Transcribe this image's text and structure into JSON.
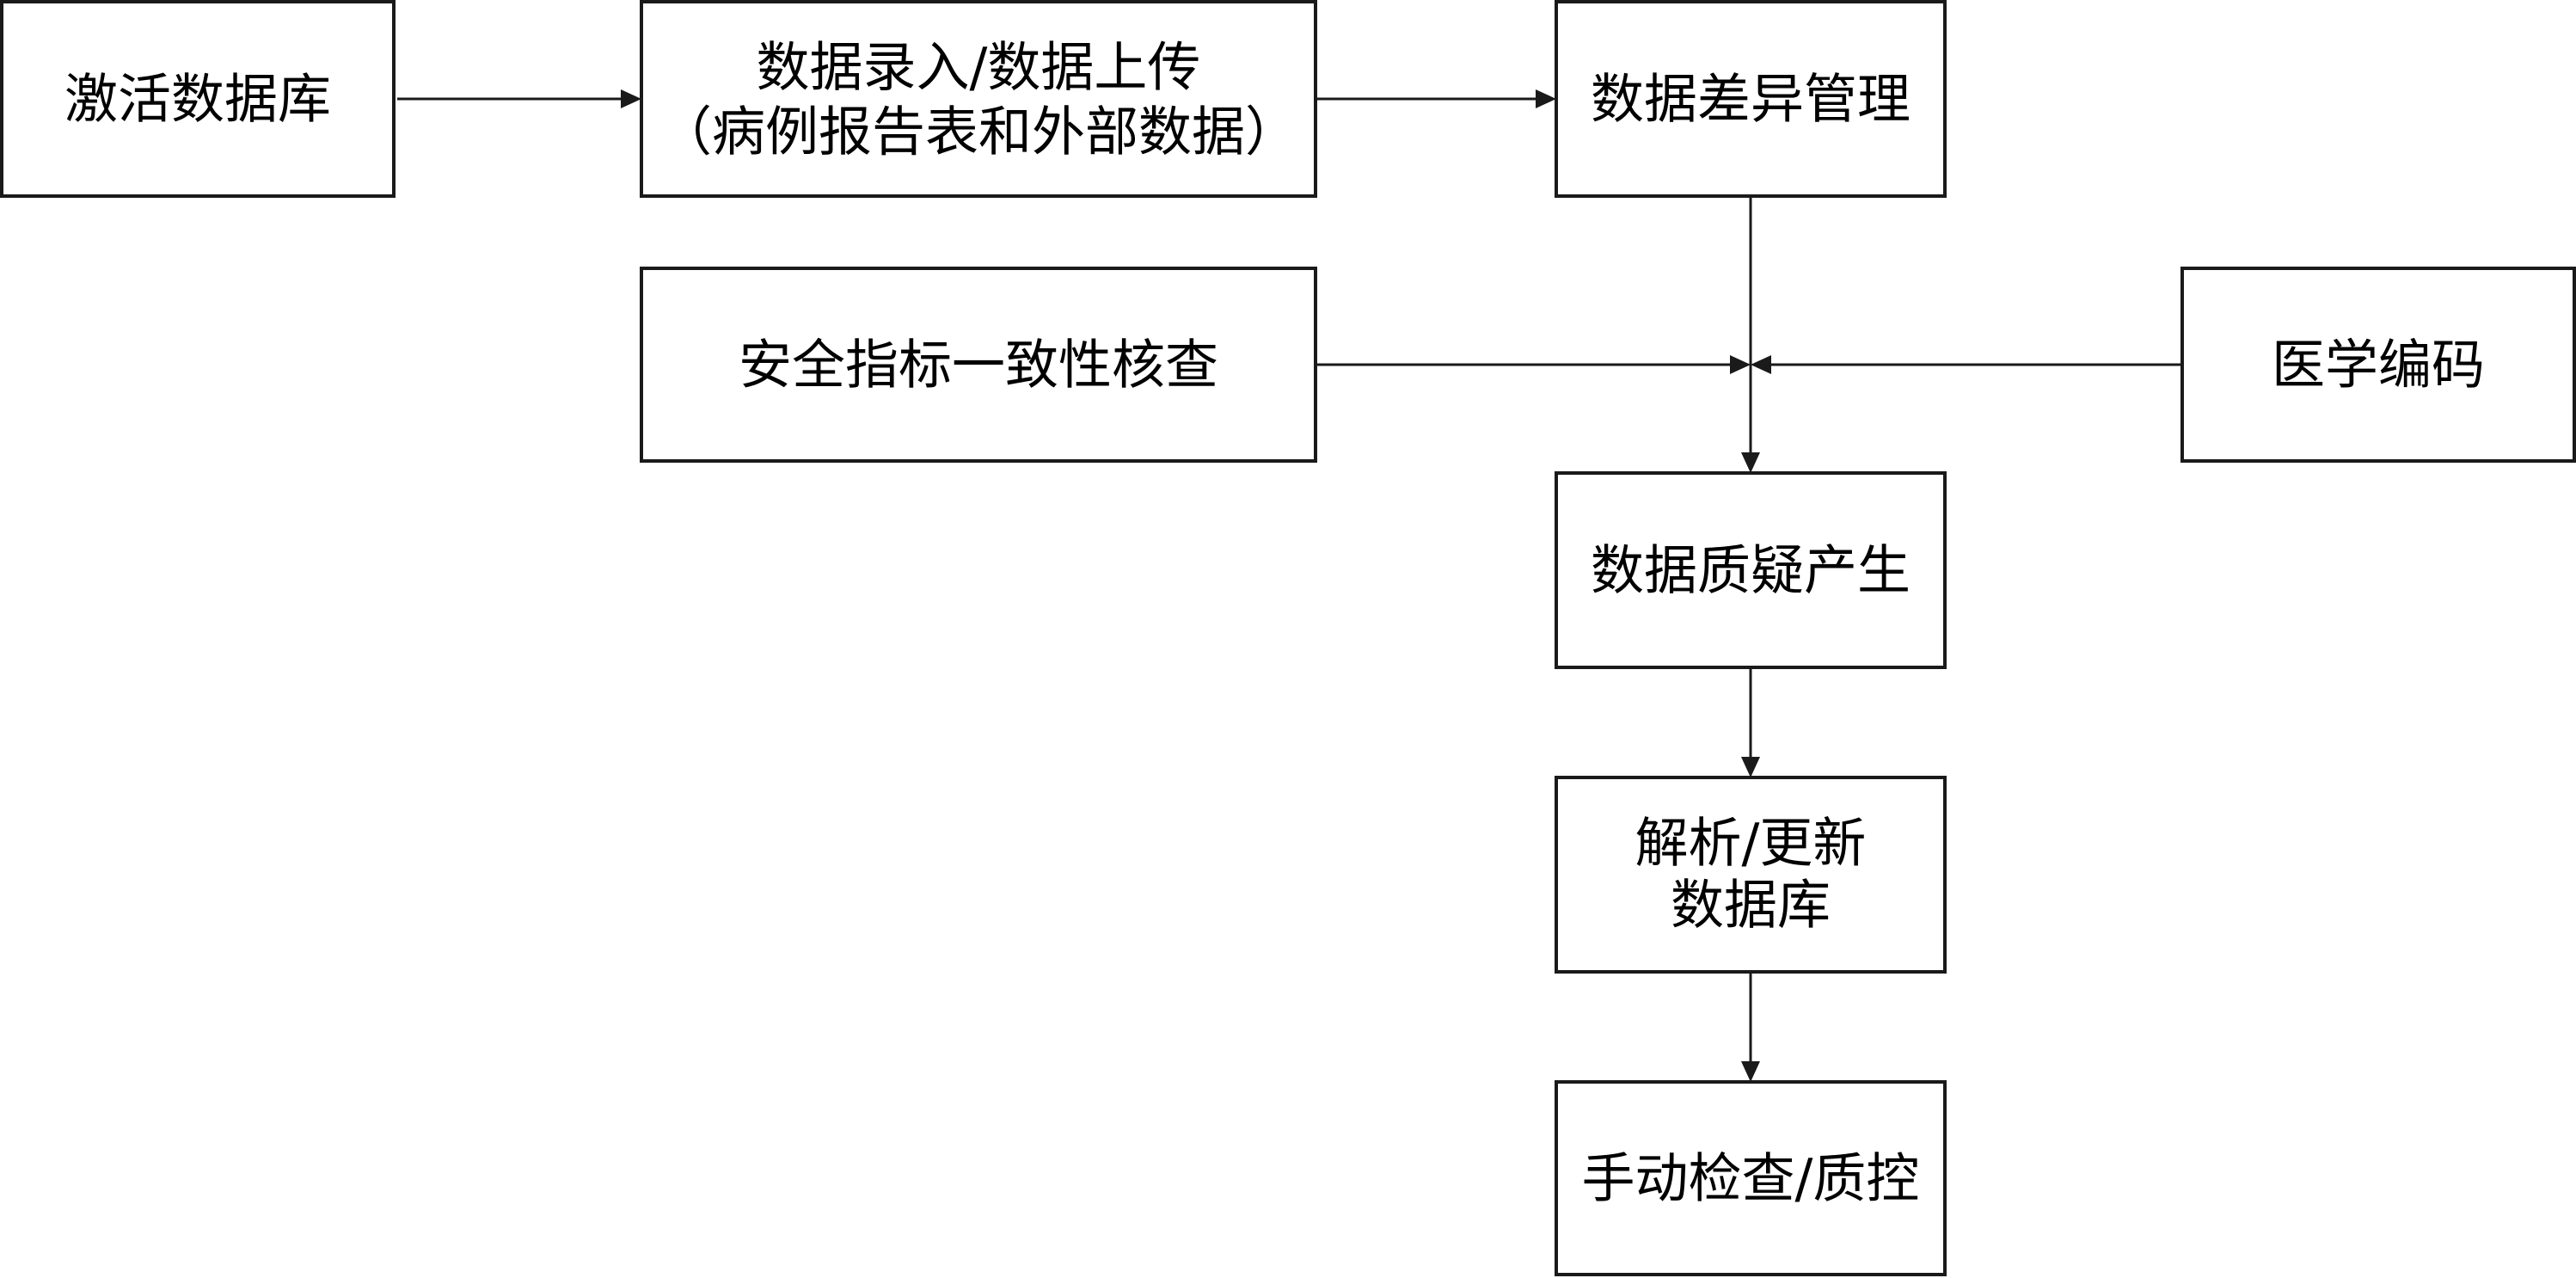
{
  "nodes": {
    "activate_db": {
      "lines": [
        "激活数据库"
      ]
    },
    "data_entry": {
      "lines": [
        "数据录入/数据上传",
        "（病例报告表和外部数据）"
      ]
    },
    "discrepancy_mgmt": {
      "lines": [
        "数据差异管理"
      ]
    },
    "safety_check": {
      "lines": [
        "安全指标一致性核查"
      ]
    },
    "medical_coding": {
      "lines": [
        "医学编码"
      ]
    },
    "query_gen": {
      "lines": [
        "数据质疑产生"
      ]
    },
    "resolve_update": {
      "lines": [
        "解析/更新",
        "数据库"
      ]
    },
    "manual_qc": {
      "lines": [
        "手动检查/质控"
      ]
    }
  },
  "edges": [
    {
      "from": "activate_db",
      "to": "data_entry"
    },
    {
      "from": "data_entry",
      "to": "discrepancy_mgmt"
    },
    {
      "from": "discrepancy_mgmt",
      "to": "query_gen"
    },
    {
      "from": "safety_check",
      "to": "query_gen"
    },
    {
      "from": "medical_coding",
      "to": "query_gen"
    },
    {
      "from": "query_gen",
      "to": "resolve_update"
    },
    {
      "from": "resolve_update",
      "to": "manual_qc"
    }
  ],
  "colors": {
    "stroke": "#1a1a1a",
    "text": "#000000",
    "background": "#ffffff"
  }
}
